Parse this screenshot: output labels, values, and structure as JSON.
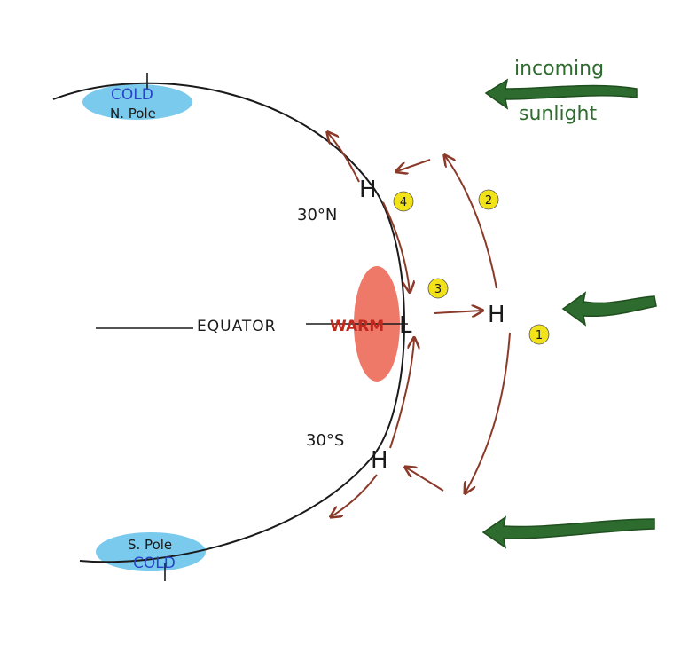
{
  "colors": {
    "ink": "#1a1a1a",
    "arrow_brown": "#8b3a2a",
    "sun_green": "#2e6b2e",
    "cold_blue": "#4db8e8",
    "warm_red": "#e8402a",
    "badge_yellow": "#f2e21a",
    "label_blue": "#2a44c8",
    "label_red": "#c0281e"
  },
  "labels": {
    "incoming_line1": "incoming",
    "incoming_line2": "sunlight",
    "north_cold": "COLD",
    "north_pole": "N. Pole",
    "south_pole": "S. Pole",
    "south_cold": "COLD",
    "equator": "EQUATOR",
    "warm": "WARM",
    "lat_north": "30°N",
    "lat_south": "30°S",
    "high_north": "H",
    "high_south": "H",
    "low_equator": "L",
    "high_aloft": "H"
  },
  "badges": [
    "1",
    "2",
    "3",
    "4"
  ],
  "icons": [
    "sunlight-arrow-icon",
    "circulation-arrow-icon"
  ]
}
